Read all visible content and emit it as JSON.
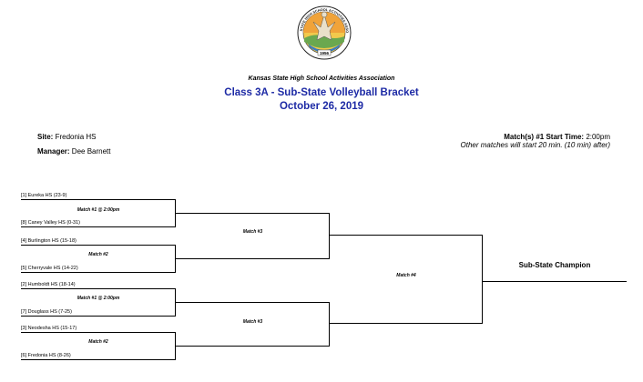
{
  "header": {
    "organization": "Kansas State High School Activities Association",
    "title_line1": "Class 3A - Sub-State Volleyball Bracket",
    "title_line2": "October 26, 2019",
    "logo_text": "KANSAS STATE HIGH SCHOOL ACTIVITIES ASSOCIATION",
    "logo_year": "1956"
  },
  "info": {
    "site_label": "Site:",
    "site_value": "Fredonia HS",
    "manager_label": "Manager:",
    "manager_value": "Dee Barnett",
    "start_label": "Match(s) #1 Start Time:",
    "start_value": "2:00pm",
    "start_note": "Other matches will start 20 min. (10 min) after)"
  },
  "bracket": {
    "teams": [
      "[1] Eureka HS (23-9)",
      "[8] Caney Valley HS (0-31)",
      "[4] Burlington HS (15-18)",
      "[5] Cherryvale HS (14-22)",
      "[2] Humboldt HS (18-14)",
      "[7] Douglass HS (7-25)",
      "[3] Neodesha HS (15-17)",
      "[6] Fredonia HS (8-26)"
    ],
    "round1_labels": [
      "Match #1 @ 2:00pm",
      "Match #2",
      "Match #1 @ 2:00pm",
      "Match #2"
    ],
    "round2_labels": [
      "Match #3",
      "Match #3"
    ],
    "final_label": "Match #4",
    "champion_label": "Sub-State Champion"
  },
  "colors": {
    "title": "#1d2aa5"
  }
}
